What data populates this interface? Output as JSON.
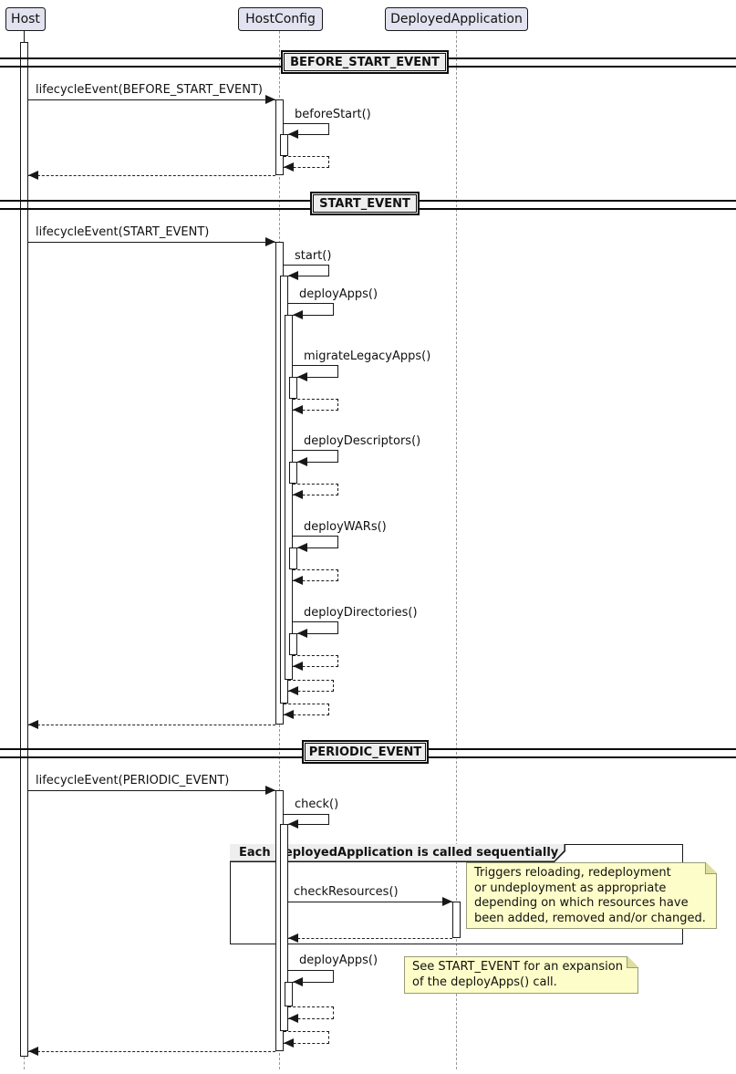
{
  "diagram": {
    "participants": [
      {
        "name": "Host"
      },
      {
        "name": "HostConfig"
      },
      {
        "name": "DeployedApplication"
      }
    ],
    "dividers": [
      {
        "label": "BEFORE_START_EVENT"
      },
      {
        "label": "START_EVENT"
      },
      {
        "label": "PERIODIC_EVENT"
      }
    ],
    "messages": {
      "lifecycle_before": "lifecycleEvent(BEFORE_START_EVENT)",
      "before_start": "beforeStart()",
      "lifecycle_start": "lifecycleEvent(START_EVENT)",
      "start": "start()",
      "deploy_apps": "deployApps()",
      "migrate_legacy_apps": "migrateLegacyApps()",
      "deploy_descriptors": "deployDescriptors()",
      "deploy_wars": "deployWARs()",
      "deploy_directories": "deployDirectories()",
      "lifecycle_periodic": "lifecycleEvent(PERIODIC_EVENT)",
      "check": "check()",
      "check_resources": "checkResources()",
      "deploy_apps_periodic": "deployApps()"
    },
    "group": {
      "title": "Each DeployedApplication is called sequentially"
    },
    "notes": [
      {
        "lines": [
          "Triggers reloading, redeployment",
          "or undeployment as appropriate",
          "depending on which resources have",
          "been added, removed and/or changed."
        ]
      },
      {
        "lines": [
          "See START_EVENT for an expansion",
          "of the deployApps() call."
        ]
      }
    ],
    "colors": {
      "participant_fill": "#E2E2F0",
      "divider_fill": "#EEEEEE",
      "group_title_fill": "#EEEEEE",
      "note_fill": "#FDFDC9",
      "line": "#181818",
      "lifeline_dash": "#999999"
    }
  }
}
